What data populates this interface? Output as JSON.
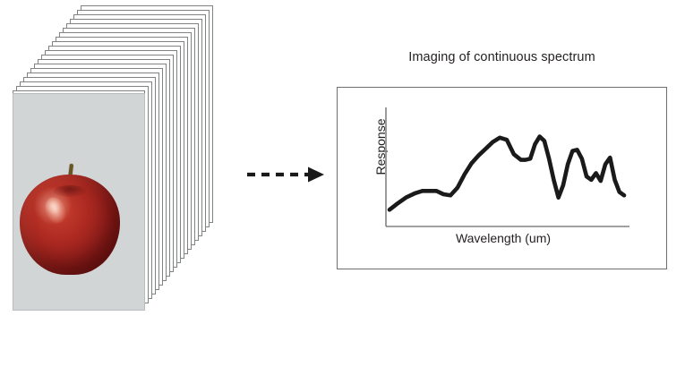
{
  "figure": {
    "title": "Imaging of continuous spectrum",
    "arrow_label": "transform-arrow",
    "background_color": "#ffffff"
  },
  "cube": {
    "name": "hyperspectral-image-stack",
    "slice_count": 22,
    "slice_border_color": "#808284",
    "front_panel_color": "#d2d5d6",
    "subject": "red apple"
  },
  "chart_data": {
    "type": "line",
    "title": "Imaging of continuous spectrum",
    "xlabel": "Wavelength (um)",
    "ylabel": "Response",
    "grid": false,
    "legend": null,
    "axis_color": "#808284",
    "line_color": "#1a1a1a",
    "line_width": 4.6,
    "xlim": [
      0,
      100
    ],
    "ylim": [
      0,
      100
    ],
    "x": [
      0,
      3,
      7,
      11,
      14,
      17,
      20,
      23,
      26,
      29,
      32,
      35,
      38,
      41,
      44,
      47,
      50,
      53,
      56,
      58,
      60,
      62,
      64,
      66,
      68,
      70,
      72,
      74,
      76,
      78,
      80,
      82,
      84,
      86,
      88,
      90,
      92,
      94,
      96,
      98,
      100
    ],
    "y": [
      11,
      16,
      22,
      26,
      28,
      28,
      28,
      25,
      24,
      31,
      43,
      53,
      60,
      66,
      72,
      76,
      74,
      61,
      56,
      56,
      57,
      70,
      77,
      73,
      57,
      38,
      22,
      33,
      52,
      64,
      65,
      57,
      41,
      38,
      44,
      37,
      52,
      58,
      38,
      27,
      24
    ]
  }
}
